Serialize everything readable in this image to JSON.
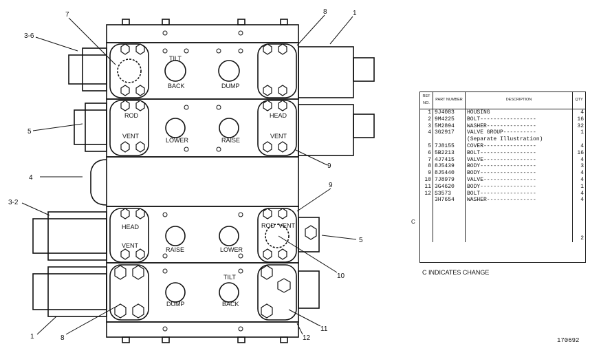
{
  "diagram": {
    "section_labels": {
      "tilt_top": "TILT",
      "back_top": "BACK",
      "dump_top": "DUMP",
      "rod_left": "ROD",
      "vent_left": "VENT",
      "head_right": "HEAD",
      "vent_right": "VENT",
      "lower_top": "LOWER",
      "raise_top": "RAISE",
      "head_left": "HEAD",
      "vent_left2": "VENT",
      "raise_bot": "RAISE",
      "lower_bot": "LOWER",
      "rod_vent_right": "ROD  VENT",
      "tilt_bot": "TILT",
      "dump_bot": "DUMP",
      "back_bot": "BACK"
    },
    "callouts": {
      "c1_top": "1",
      "c8_top": "8",
      "c7": "7",
      "c3_6": "3-6",
      "c5_left": "5",
      "c4": "4",
      "c9_upper": "9",
      "c9_lower": "9",
      "c3_2": "3-2",
      "c5_right": "5",
      "c10": "10",
      "c11": "11",
      "c12": "12",
      "c1_bot": "1",
      "c8_bot": "8"
    }
  },
  "parts_list": {
    "headers": {
      "ref": "REF NO.",
      "part": "PART NUMBER",
      "desc": "DESCRIPTION",
      "qty": "QTY"
    },
    "rows": [
      {
        "ref": "1",
        "part": "9J4083",
        "desc": "HOUSING",
        "qty": "4"
      },
      {
        "ref": "2",
        "part": "9M4225",
        "desc": "BOLT-----------------",
        "qty": "16"
      },
      {
        "ref": "3",
        "part": "5M2894",
        "desc": "WASHER---------------",
        "qty": "32"
      },
      {
        "ref": "4",
        "part": "3G2917",
        "desc": "VALVE GROUP----------",
        "qty": "1"
      },
      {
        "ref": "",
        "part": "",
        "desc": "(Separate Illustration)",
        "qty": ""
      },
      {
        "ref": "5",
        "part": "7J8155",
        "desc": "COVER----------------",
        "qty": "4"
      },
      {
        "ref": "6",
        "part": "5B2213",
        "desc": "BOLT-----------------",
        "qty": "16"
      },
      {
        "ref": "7",
        "part": "4J7415",
        "desc": "VALVE----------------",
        "qty": "4"
      },
      {
        "ref": "8",
        "part": "8J5439",
        "desc": "BODY-----------------",
        "qty": "3"
      },
      {
        "ref": "9",
        "part": "8J5440",
        "desc": "BODY-----------------",
        "qty": "4"
      },
      {
        "ref": "10",
        "part": "7J8979",
        "desc": "VALVE----------------",
        "qty": "4"
      },
      {
        "ref": "11",
        "part": "3G4620",
        "desc": "BODY-----------------",
        "qty": "1"
      },
      {
        "ref": "12",
        "part": "S3573",
        "desc": "BOLT-----------------",
        "qty": "4"
      },
      {
        "ref": "",
        "part": "3H7654",
        "desc": "WASHER---------------",
        "qty": "4"
      }
    ],
    "trailing_qty": "2"
  },
  "change_mark": "C",
  "change_note": "C  INDICATES CHANGE",
  "figure_number": "170692"
}
